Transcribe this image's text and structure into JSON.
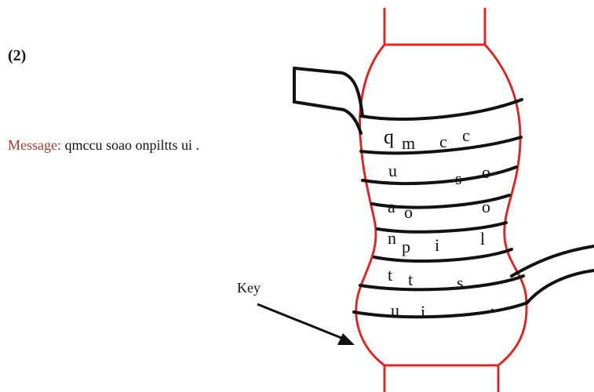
{
  "part_label": "(2)",
  "message": {
    "label": "Message:",
    "text": "qmccu soao onpiltts ui ."
  },
  "key_label": "Key",
  "colors": {
    "cylinder": "#d42a2a",
    "strip": "#111111",
    "message_label": "#9c3a33"
  },
  "strip_letters": [
    [
      "q",
      "m",
      "c",
      "c"
    ],
    [
      "u",
      "s",
      "o"
    ],
    [
      "a",
      "o",
      "o"
    ],
    [
      "n",
      "p",
      "i",
      "l"
    ],
    [
      "t",
      "t",
      "s"
    ],
    [
      "u",
      "i",
      "."
    ]
  ]
}
